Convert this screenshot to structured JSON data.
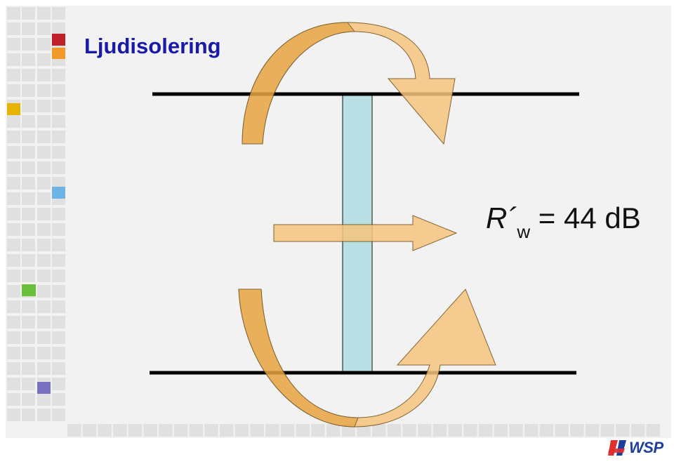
{
  "slide": {
    "title": "Ljudisolering",
    "formula": {
      "symbol": "R´",
      "subscript": "w",
      "operator": "= 44 dB"
    },
    "logo_text": "WSP"
  },
  "colors": {
    "background_panel": "#f2f2f2",
    "grid_cell": "#e0e0e0",
    "grid_line": "#ffffff",
    "title": "#1a1aa8",
    "arrow_fill": "#f7c57e",
    "arrow_shade": "#e9a440",
    "arrow_stroke": "#6b4a10",
    "wall_fill": "#b9e0e4",
    "wall_stroke": "#333333",
    "floor_line": "#000000",
    "accent_red": "#c0202a",
    "accent_orange": "#f29a28",
    "accent_yellow": "#e6b400",
    "accent_blue": "#6db3e6",
    "accent_green": "#6bbf3a",
    "accent_purple": "#7a70c0",
    "logo_red": "#e03030",
    "logo_blue": "#1d3f9c"
  },
  "icons": {
    "logo_mark": "wsp-logo-icon"
  }
}
